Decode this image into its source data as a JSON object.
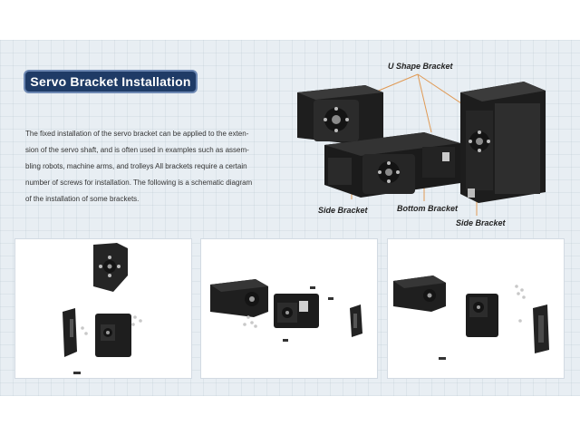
{
  "section": {
    "title": "Servo Bracket Installation",
    "description": [
      "The fixed installation of the servo bracket can be applied to the exten-",
      "sion of the servo shaft, and is often used in examples such as assem-",
      "bling robots, machine arms, and trolleys All brackets require a certain",
      "number of screws for installation. The following is a schematic diagram",
      "of the installation of some brackets."
    ]
  },
  "hero": {
    "labels": {
      "u_shape": "U Shape Bracket",
      "side_left": "Side Bracket",
      "bottom": "Bottom Bracket",
      "side_right": "Side Bracket"
    }
  },
  "colors": {
    "panel": "#e8eef3",
    "pill": "#1f3b66",
    "pill_border": "#6d88b3",
    "callout_line": "#e09a55",
    "hardware": "#2a2a2a"
  },
  "cards": [
    {
      "name": "side-bracket-assembly"
    },
    {
      "name": "u-bracket-assembly"
    },
    {
      "name": "bottom-bracket-assembly"
    }
  ]
}
